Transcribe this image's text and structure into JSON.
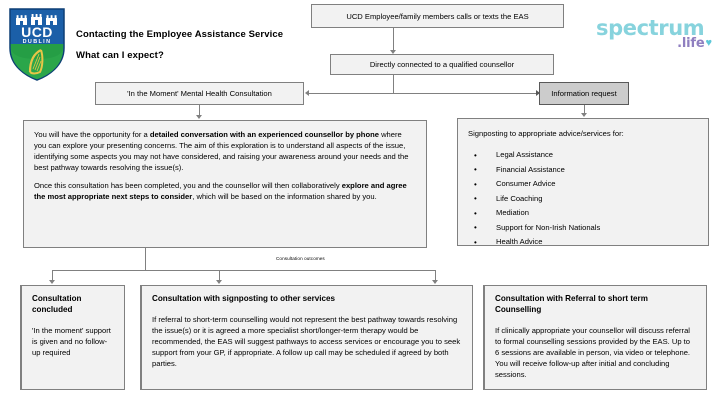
{
  "header": {
    "title": "Contacting the Employee Assistance  Service",
    "subtitle": "What can I expect?"
  },
  "brand_left": {
    "name": "ucd-dublin-crest",
    "text_primary": "UCD",
    "text_secondary": "DUBLIN",
    "colors": {
      "shield_blue": "#1b5fa8",
      "shield_green": "#2ba64a",
      "harp_gold": "#e8c547"
    }
  },
  "brand_right": {
    "name": "spectrum-life-logo",
    "word_main": "spectrum",
    "word_sub": ".life",
    "heart_glyph": "♥",
    "colors": {
      "main": "#87d3dd",
      "sub": "#8f7fc0",
      "heart": "#5ec8d8"
    }
  },
  "flow": {
    "entry": "UCD Employee/family members calls or texts the EAS",
    "connected": "Directly connected to a qualified counsellor",
    "branch_left": "'In the Moment' Mental Health Consultation",
    "branch_right": "Information request",
    "detail_left": {
      "paragraphs": [
        {
          "runs": [
            {
              "text": "You will have the opportunity for a ",
              "bold": false
            },
            {
              "text": "detailed conversation with an experienced counsellor by phone",
              "bold": true
            },
            {
              "text": "  where you can explore your presenting concerns. The aim of this exploration is to understand all aspects of the issue, identifying some aspects you may not have considered, and raising your awareness around your needs and the best pathway towards resolving the issue(s).",
              "bold": false
            }
          ]
        },
        {
          "runs": [
            {
              "text": "Once this consultation has been completed, you and the counsellor will then collaboratively ",
              "bold": false
            },
            {
              "text": "explore and agree the most appropriate next steps to consider",
              "bold": true
            },
            {
              "text": ", which will be based on the information shared by you.",
              "bold": false
            }
          ]
        }
      ]
    },
    "detail_right": {
      "lead": "Signposting to appropriate advice/services for:",
      "items": [
        "Legal Assistance",
        "Financial Assistance",
        "Consumer Advice",
        "Life Coaching",
        "Mediation",
        "Support for Non-Irish Nationals",
        "Health Advice"
      ]
    },
    "outcomes_label": "Consultation outcomes",
    "outcomes": [
      {
        "title": "Consultation concluded",
        "body": "'In the moment' support is given and no follow-up required"
      },
      {
        "title": "Consultation with signposting to other services",
        "body": "If referral to short-term counselling would not represent the best pathway towards resolving the issue(s) or it is agreed a more specialist short/longer-term therapy would be recommended, the EAS will suggest pathways to access services or encourage you to seek support from your GP, if appropriate. A follow up call may be scheduled if agreed by both parties."
      },
      {
        "title": "Consultation with Referral to short term Counselling",
        "body": "If clinically appropriate your counsellor will discuss referral to formal counselling sessions provided by the EAS. Up to 6 sessions are available in person, via video or telephone. You will receive follow-up after initial and concluding sessions."
      }
    ]
  }
}
